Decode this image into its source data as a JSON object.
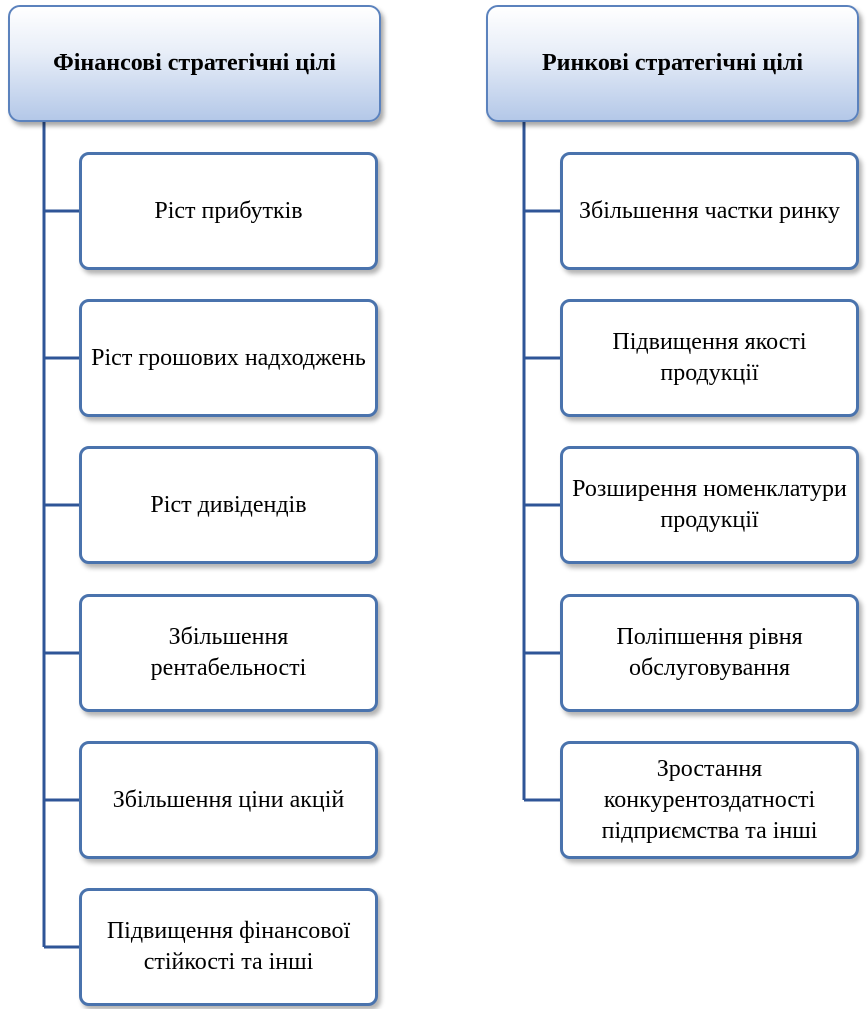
{
  "columns": [
    {
      "header": "Фінансові стратегічні цілі",
      "items": [
        "Ріст прибутків",
        "Ріст грошових надходжень",
        "Ріст дивідендів",
        "Збільшення рентабельності",
        "Збільшення ціни акцій",
        "Підвищення фінансової стійкості та інші"
      ]
    },
    {
      "header": "Ринкові стратегічні цілі",
      "items": [
        "Збільшення частки ринку",
        "Підвищення якості продукції",
        "Розширення номенклатури продукції",
        "Поліпшення рівня обслуговування",
        "Зростання конкурентоздатності підприємства та інші"
      ]
    }
  ],
  "colors": {
    "connector": "#2f5597",
    "box_border": "#4a73ad",
    "header_border": "#5b82bd",
    "header_fill_bottom": "#b4c8e8"
  }
}
